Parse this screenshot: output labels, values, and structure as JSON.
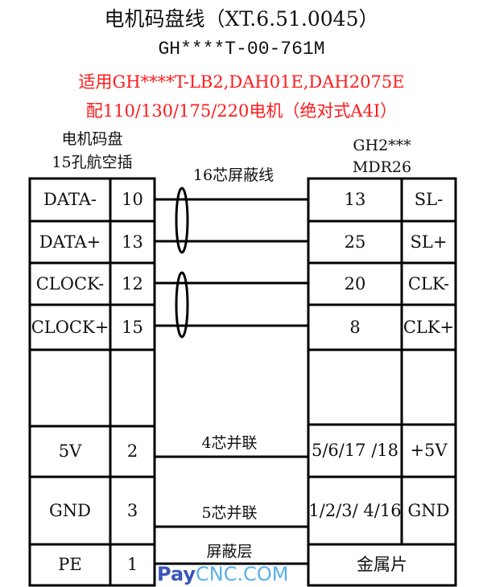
{
  "title": "电机码盘线（XT.6.51.0045）",
  "model": "GH****T-00-761M",
  "applicable": "适用GH****T-LB2,DAH01E,DAH2075E",
  "motor_note": "配110/130/175/220电机（绝对式A4I）",
  "left_header": [
    "电机码盘",
    "15孔航空插"
  ],
  "right_header": [
    "GH2***",
    "MDR26"
  ],
  "cable_label": "16芯屏蔽线",
  "left_rows": [
    {
      "signal": "DATA-",
      "pin": "10"
    },
    {
      "signal": "DATA+",
      "pin": "13"
    },
    {
      "signal": "CLOCK-",
      "pin": "12"
    },
    {
      "signal": "CLOCK+",
      "pin": "15"
    },
    {
      "signal": "",
      "pin": ""
    },
    {
      "signal": "5V",
      "pin": "2"
    },
    {
      "signal": "GND",
      "pin": "3"
    },
    {
      "signal": "PE",
      "pin": "1"
    }
  ],
  "right_rows": [
    {
      "pin": "13",
      "signal": "SL-"
    },
    {
      "pin": "25",
      "signal": "SL+"
    },
    {
      "pin": "20",
      "signal": "CLK-"
    },
    {
      "pin": "8",
      "signal": "CLK+"
    },
    {
      "pin": "",
      "signal": ""
    },
    {
      "pin": "5/6/17 /18",
      "signal": "+5V"
    },
    {
      "pin": "1/2/3/ 4/16",
      "signal": "GND"
    }
  ],
  "right_bottom": "金属片",
  "wire_labels": {
    "v5": "4芯并联",
    "gnd": "5芯并联",
    "shield": "屏蔽层"
  },
  "watermark": {
    "pay": "Pay",
    "cnc": "CNC.COM",
    "pay_color": "#3a56b8",
    "cnc_color": "#5ab0e8"
  }
}
